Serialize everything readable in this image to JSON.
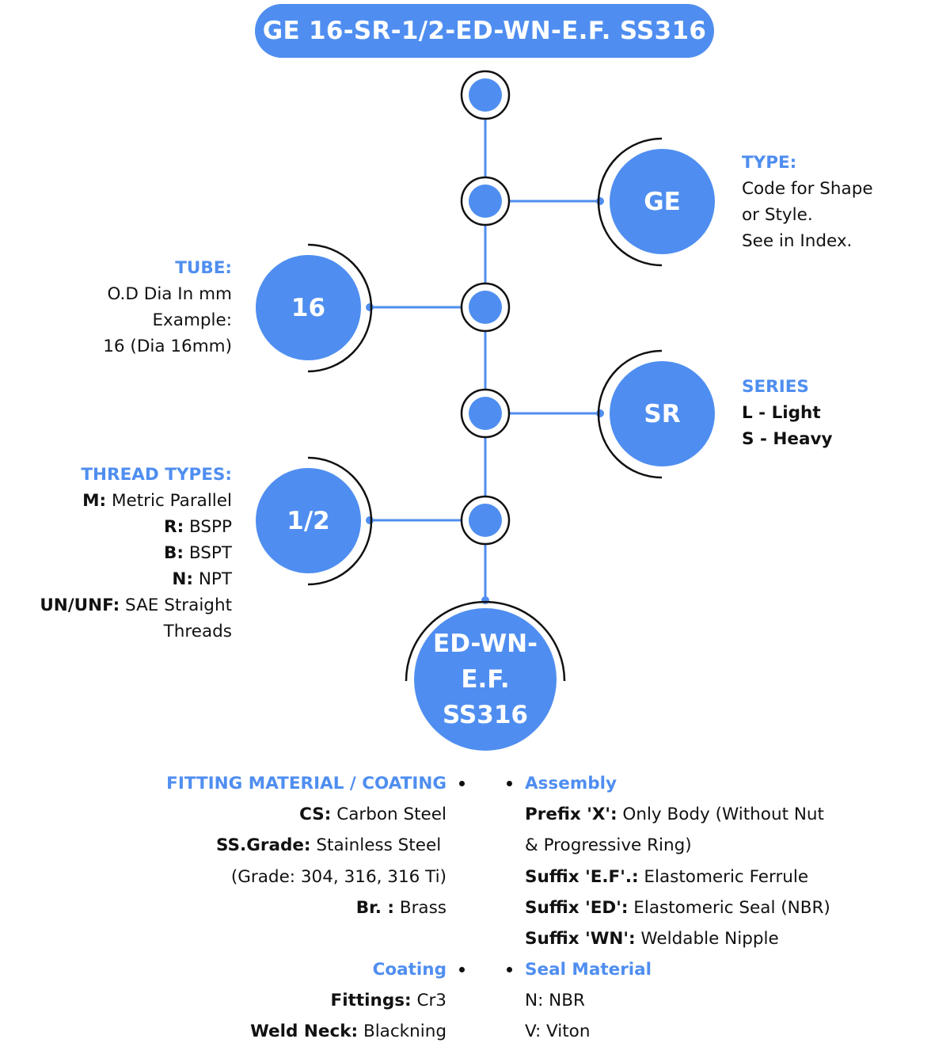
{
  "title": "GE 16-SR-1/2-ED-WN-E.F. SS316",
  "nodes": {
    "type": {
      "code": "GE",
      "heading": "TYPE:",
      "lines": [
        "Code for Shape",
        "or Style.",
        "See in Index."
      ]
    },
    "tube": {
      "code": "16",
      "heading": "TUBE:",
      "lines": [
        "O.D Dia In mm",
        "Example:",
        "16 (Dia 16mm)"
      ]
    },
    "series": {
      "code": "SR",
      "heading": "SERIES",
      "lines": [
        "L - Light",
        "S - Heavy"
      ]
    },
    "thread": {
      "code": "1/2",
      "heading": "THREAD TYPES:",
      "items": [
        {
          "key": "M:",
          "value": " Metric Parallel"
        },
        {
          "key": "R:",
          "value": " BSPP"
        },
        {
          "key": "B:",
          "value": " BSPT"
        },
        {
          "key": "N:",
          "value": " NPT"
        },
        {
          "key": "UN/UNF:",
          "value": " SAE Straight"
        }
      ],
      "continuation": "Threads"
    },
    "suffix": {
      "line1": "ED-WN-",
      "line2": "E.F. SS316"
    }
  },
  "material": {
    "heading": "FITTING MATERIAL / COATING",
    "items": [
      {
        "key": "CS:",
        "value": " Carbon Steel"
      },
      {
        "key": "SS.Grade:",
        "value": " Stainless Steel "
      }
    ],
    "grade_note": "(Grade: 304, 316, 316 Ti)",
    "brass": {
      "key": "Br. :",
      "value": " Brass"
    }
  },
  "coating": {
    "heading": "Coating",
    "items": [
      {
        "key": "Fittings:",
        "value": " Cr3"
      },
      {
        "key": "Weld Neck:",
        "value": " Blackning"
      }
    ]
  },
  "assembly": {
    "heading": "Assembly",
    "prefix": {
      "key": "Prefix 'X':",
      "value": " Only Body (Without Nut"
    },
    "prefix_cont": "& Progressive Ring)",
    "items": [
      {
        "key": "Suffix 'E.F'.:",
        "value": " Elastomeric Ferrule"
      },
      {
        "key": "Suffix 'ED':",
        "value": " Elastomeric Seal (NBR)"
      },
      {
        "key": "Suffix 'WN':",
        "value": " Weldable Nipple"
      }
    ]
  },
  "seal": {
    "heading": "Seal Material",
    "items": [
      "N: NBR",
      "V: Viton"
    ]
  },
  "colors": {
    "accent": "#4f8ef0",
    "text": "#111111",
    "background": "#ffffff"
  }
}
